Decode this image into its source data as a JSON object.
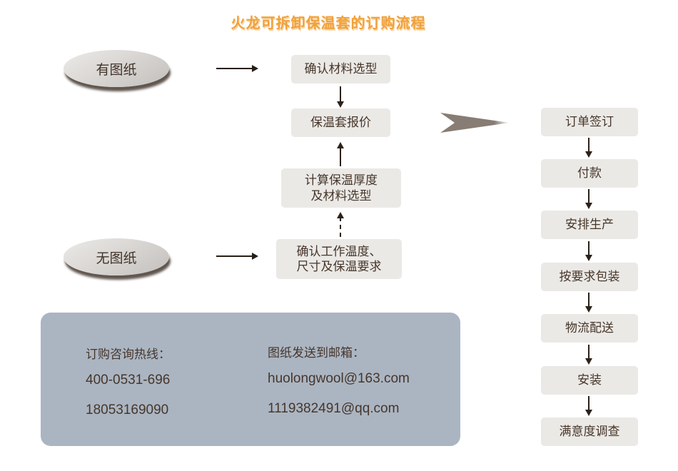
{
  "title": "火龙可拆卸保温套的订购流程",
  "branches": [
    {
      "label": "有图纸"
    },
    {
      "label": "无图纸"
    }
  ],
  "middle_flow": [
    {
      "line1": "确认材料选型",
      "line2": ""
    },
    {
      "line1": "保温套报价",
      "line2": ""
    },
    {
      "line1": "计算保温厚度",
      "line2": "及材料选型"
    },
    {
      "line1": "确认工作温度、",
      "line2": "尺寸及保温要求"
    }
  ],
  "right_flow": [
    {
      "label": "订单签订"
    },
    {
      "label": "付款"
    },
    {
      "label": "安排生产"
    },
    {
      "label": "按要求包装"
    },
    {
      "label": "物流配送"
    },
    {
      "label": "安装"
    },
    {
      "label": "满意度调查"
    }
  ],
  "contact": {
    "hotline_label": "订购咨询热线：",
    "phone_1": "400-0531-696",
    "phone_2": "18053169090",
    "email_label": "图纸发送到邮箱：",
    "email_1": "huolongwool@163.com",
    "email_2": "1119382491@qq.com"
  },
  "colors": {
    "title_orange": "#F0A13B",
    "flow_box_bg": "#EBE9E6",
    "flow_text": "#46362A",
    "ellipse_bg": "#D6D3D0",
    "contact_panel_bg": "#ABB5C2",
    "big_arrow": "#877D74",
    "arrow_line": "#2B221A"
  }
}
